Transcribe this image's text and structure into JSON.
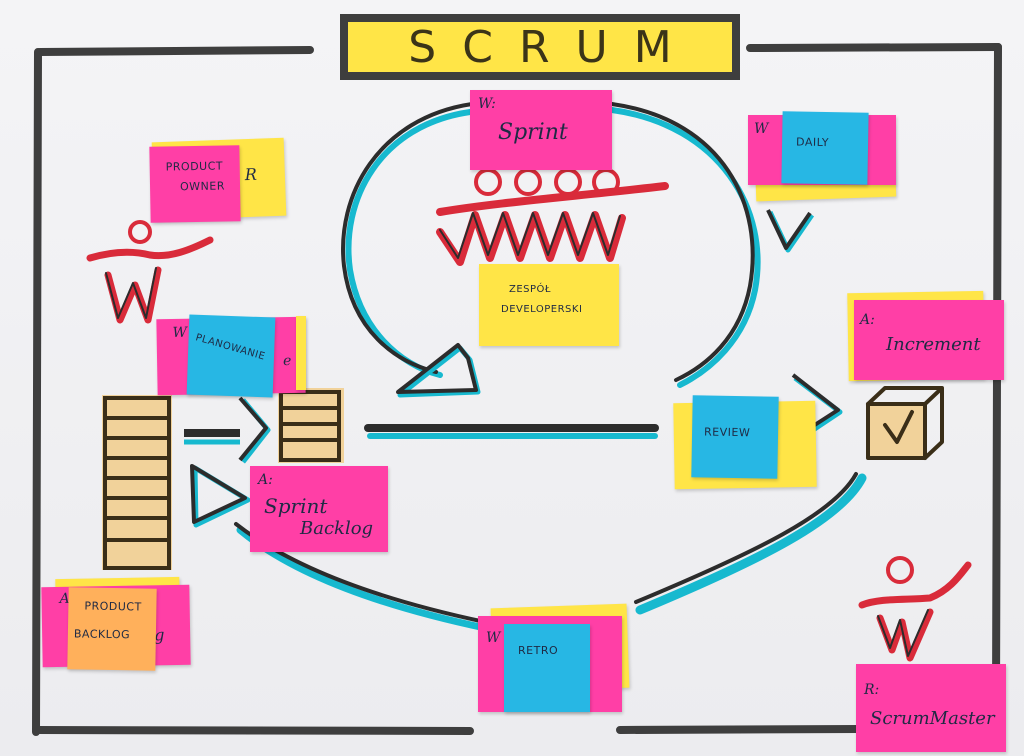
{
  "title": "SCRUM",
  "colors": {
    "pink": "#ff3fa6",
    "yellow": "#ffe547",
    "blue": "#27b7e4",
    "orange": "#ffb05b",
    "marker_dark": "#3e3e3e",
    "marker_red": "#d92b3a",
    "marker_cyan": "#17b9cf"
  },
  "notes": {
    "product_owner": {
      "back_prefix": "R",
      "back_suffix": "R",
      "front": [
        "PRODUCT",
        "OWNER"
      ]
    },
    "sprint": {
      "label": "W:",
      "text": "Sprint"
    },
    "daily": {
      "label": "W",
      "text": "DAILY"
    },
    "team": [
      "ZESPÓŁ",
      "DEVELOPERSKI"
    ],
    "planning": {
      "label": "W",
      "suffix": "e",
      "text": "PLANOWANIE"
    },
    "increment": {
      "label": "A:",
      "text": "Increment"
    },
    "review": {
      "text": "REVIEW"
    },
    "sprint_backlog": {
      "label": "A:",
      "line1": "Sprint",
      "line2": "Backlog"
    },
    "product_backlog": {
      "label": "A",
      "suffix": "g",
      "front": [
        "PRODUCT",
        "BACKLOG"
      ]
    },
    "retro": {
      "label": "W",
      "text": "RETRO"
    },
    "scrum_master": {
      "label": "R:",
      "text": "ScrumMaster"
    }
  },
  "icons": [
    "person-icon",
    "person-icon",
    "team-icon",
    "backlog-list-icon",
    "checkbox-box-icon",
    "cycle-arrow-icon"
  ]
}
